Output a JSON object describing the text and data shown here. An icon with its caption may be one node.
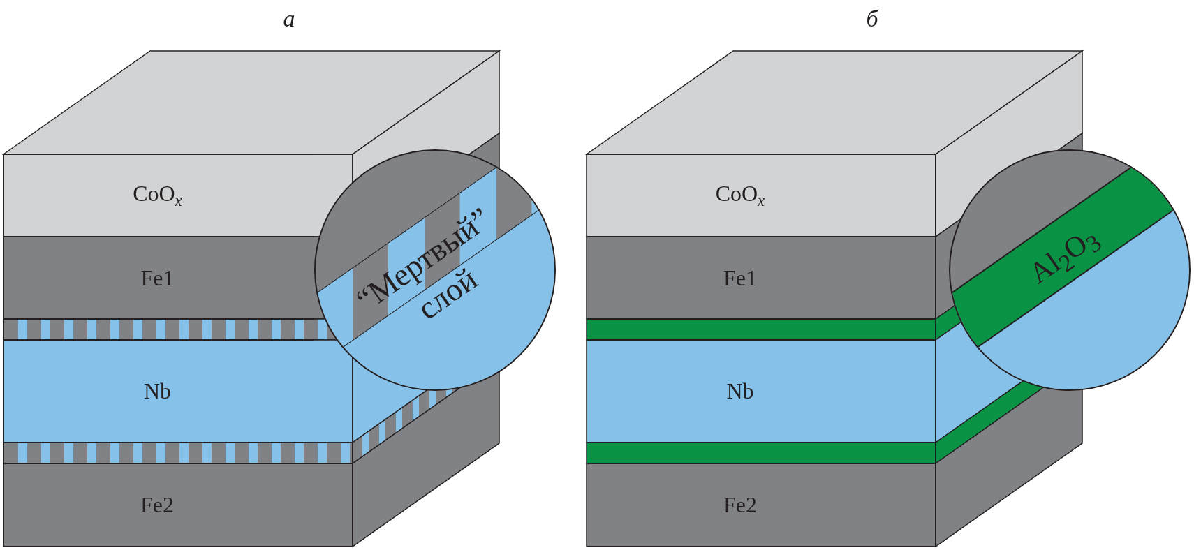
{
  "diagram": {
    "nodes": [
      {
        "text": [
          "CoO$_{x}$"
        ]
      },
      {
        "text": [
          "Fe1"
        ]
      },
      {
        "text": [],
        "shape": "bar"
      },
      {
        "text": [
          "Nb"
        ]
      },
      {
        "text": [],
        "shape": "bar"
      },
      {
        "text": [
          "Fe2"
        ]
      },
      {
        "text": [
          "“Мертвый” слой"
        ]
      },
      {
        "text": [
          "CoO$_{x}$"
        ]
      },
      {
        "text": [
          "Fe1"
        ]
      },
      {
        "text": [],
        "shape": "bar"
      },
      {
        "text": [
          "Nb"
        ]
      },
      {
        "text": [],
        "shape": "bar"
      },
      {
        "text": [
          "Fe2"
        ]
      },
      {
        "text": [
          "Al$_{2}$O$_{3}$"
        ]
      }
    ],
    "labels": [
      "а",
      "б"
    ]
  }
}
